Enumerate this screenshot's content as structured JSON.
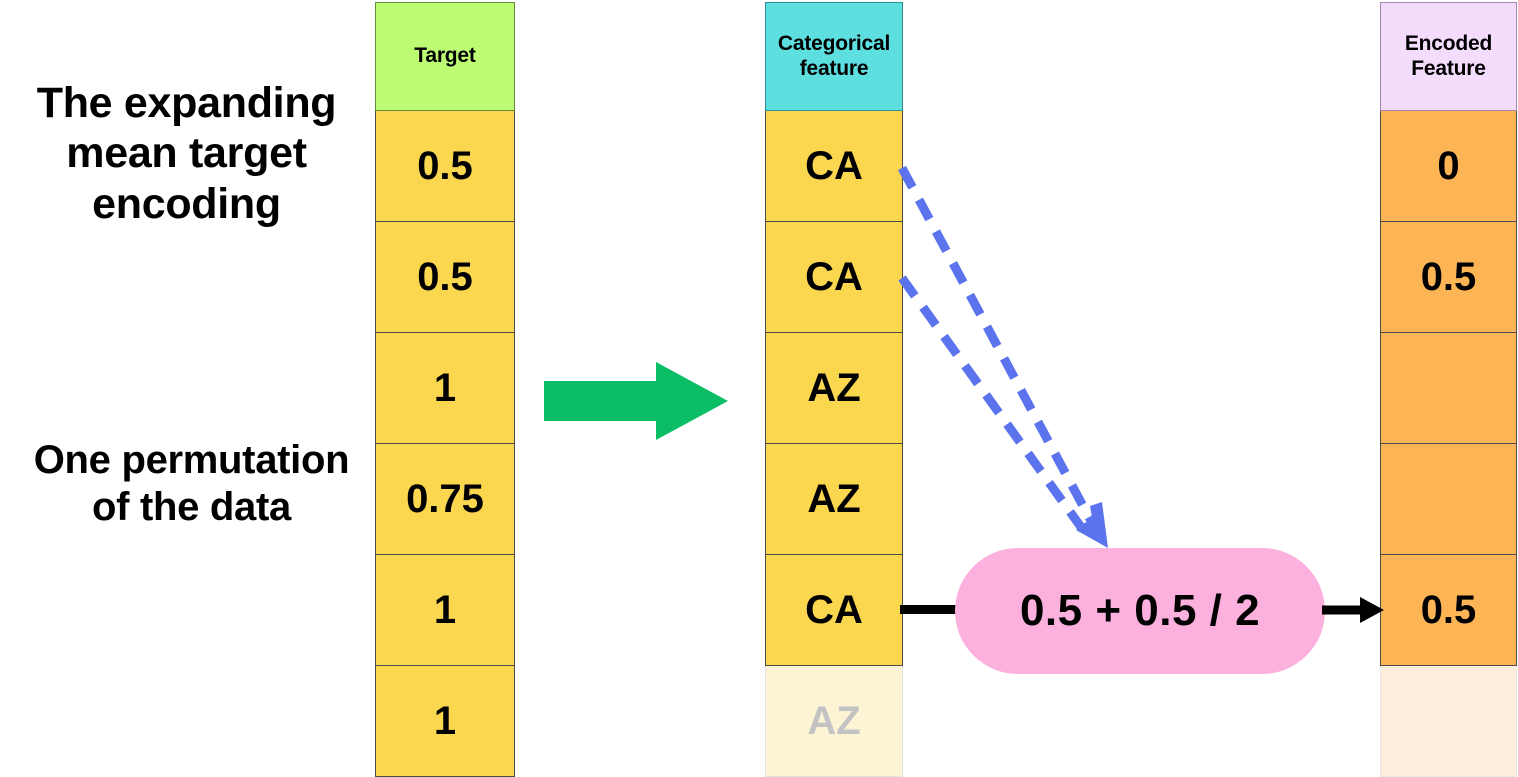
{
  "captions": {
    "top": "The expanding mean target encoding",
    "bottom": "One permutation of the data"
  },
  "colors": {
    "target_header": "#bdfc72",
    "categorical_header": "#5ddfe0",
    "encoded_header": "#f4ddfc",
    "target_cell": "#fbd74f",
    "encoded_cell": "#fcb455",
    "formula_box": "#fbb0de",
    "green_arrow": "#0bbe66",
    "blue_arrow": "#5b74ee",
    "connector": "#000000"
  },
  "columns": {
    "target": {
      "header": "Target",
      "cells": [
        {
          "value": "0.5",
          "faded": false
        },
        {
          "value": "0.5",
          "faded": false
        },
        {
          "value": "1",
          "faded": false
        },
        {
          "value": "0.75",
          "faded": false
        },
        {
          "value": "1",
          "faded": false
        },
        {
          "value": "1",
          "faded": false
        }
      ]
    },
    "categorical": {
      "header": "Categorical feature",
      "cells": [
        {
          "value": "CA",
          "faded": false
        },
        {
          "value": "CA",
          "faded": false
        },
        {
          "value": "AZ",
          "faded": false
        },
        {
          "value": "AZ",
          "faded": false
        },
        {
          "value": "CA",
          "faded": false
        },
        {
          "value": "AZ",
          "faded": true
        }
      ]
    },
    "encoded": {
      "header": "Encoded Feature",
      "cells": [
        {
          "value": "0",
          "faded": false
        },
        {
          "value": "0.5",
          "faded": false
        },
        {
          "value": "",
          "faded": false
        },
        {
          "value": "",
          "faded": false
        },
        {
          "value": "0.5",
          "faded": false
        },
        {
          "value": "",
          "faded": true
        }
      ]
    }
  },
  "formula": {
    "text": "0.5 + 0.5 / 2"
  },
  "icons": {
    "transform_arrow": "green-right-arrow-icon",
    "source_arrows": "blue-dashed-arrow-icon",
    "result_arrow": "black-right-arrow-icon"
  }
}
